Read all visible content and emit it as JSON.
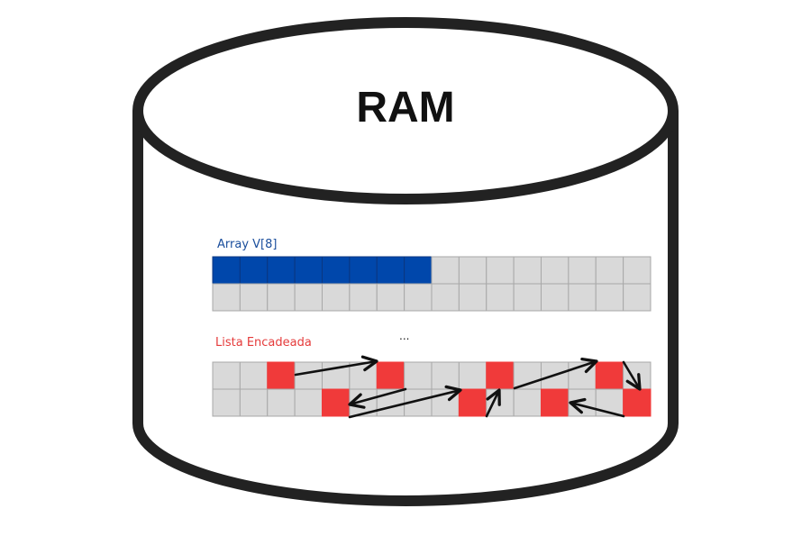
{
  "title": "RAM",
  "array": {
    "label": "Array V[8]",
    "filled_count": 8,
    "columns": 16,
    "rows": 2
  },
  "linked_list": {
    "label": "Lista Encadeada",
    "columns": 16,
    "rows": 2,
    "nodes": [
      {
        "row": 0,
        "col": 2
      },
      {
        "row": 1,
        "col": 4
      },
      {
        "row": 0,
        "col": 6
      },
      {
        "row": 1,
        "col": 9
      },
      {
        "row": 0,
        "col": 10
      },
      {
        "row": 1,
        "col": 12
      },
      {
        "row": 0,
        "col": 14
      },
      {
        "row": 1,
        "col": 15
      }
    ]
  },
  "ellipsis": "...",
  "colors": {
    "outline": "#222222",
    "cell": "#d9d9d9",
    "cell_border": "#a8a8a8",
    "array_fill": "#0047ab",
    "array_label": "#1a4e9c",
    "list_fill": "#f03a3a",
    "list_label": "#e53b3b",
    "arrow": "#111111"
  }
}
